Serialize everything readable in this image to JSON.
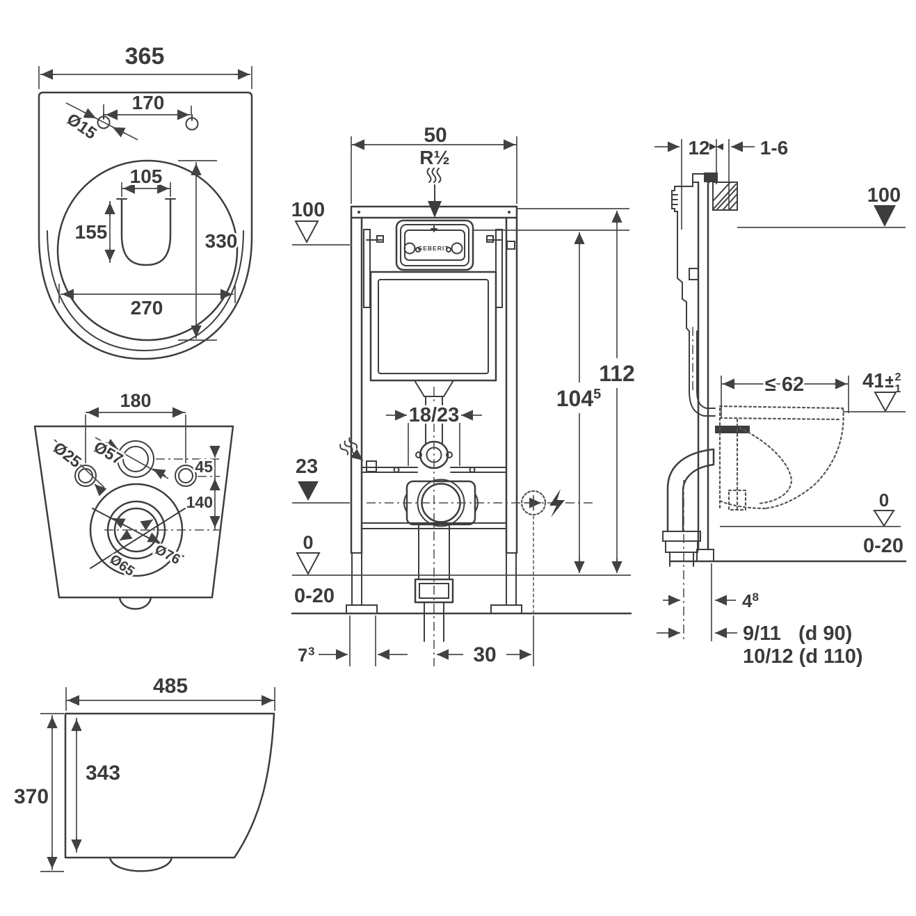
{
  "drawing": {
    "description": "Wall-hung WC with concealed cistern installation frame - dimensional drawing",
    "brand_plate": "GEBERIT",
    "colors": {
      "line": "#3d3d3d",
      "dim": "#4a4a4a",
      "text": "#3b3b3b",
      "background": "#ffffff"
    }
  },
  "top_view": {
    "width": "365",
    "hole_pitch": "170",
    "hole_dia": "Ø15",
    "opening_width": "105",
    "opening_depth": "155",
    "bowl_depth": "330",
    "bowl_width": "270"
  },
  "rear_view": {
    "bolt_pitch": "180",
    "small_hole_dia": "Ø25",
    "flush_hole_dia": "Ø57",
    "vertical_offset": "45",
    "drain_offset": "140",
    "drain_dia_1": "Ø65",
    "drain_dia_2": "Ø76"
  },
  "profile_view": {
    "depth": "485",
    "inner_height": "343",
    "height": "370"
  },
  "frame_front": {
    "width": "50",
    "supply_thread": "R½",
    "level_100": "100",
    "height": "112",
    "plate_height_base": "104",
    "plate_height_sup": "5",
    "frame_depth": "18/23",
    "drain_level": "23",
    "level_0": "0",
    "floor_range": "0-20",
    "foot_offset_base": "7",
    "foot_offset_sup": "3",
    "outlet_offset": "30"
  },
  "frame_side": {
    "frame_depth": "12",
    "wall_finish": "1-6",
    "level_100": "100",
    "bowl_depth_max": "≤ 62",
    "seat_height": "41",
    "plus_minus": "±",
    "tol_plus": "2",
    "tol_minus": "1",
    "level_0": "0",
    "floor_range": "0-20",
    "pipe_wall_base": "4",
    "pipe_wall_sup": "8",
    "outlet_v1": "9/11",
    "outlet_v1_note": "(d 90)",
    "outlet_v2": "10/12 (d 110)"
  }
}
